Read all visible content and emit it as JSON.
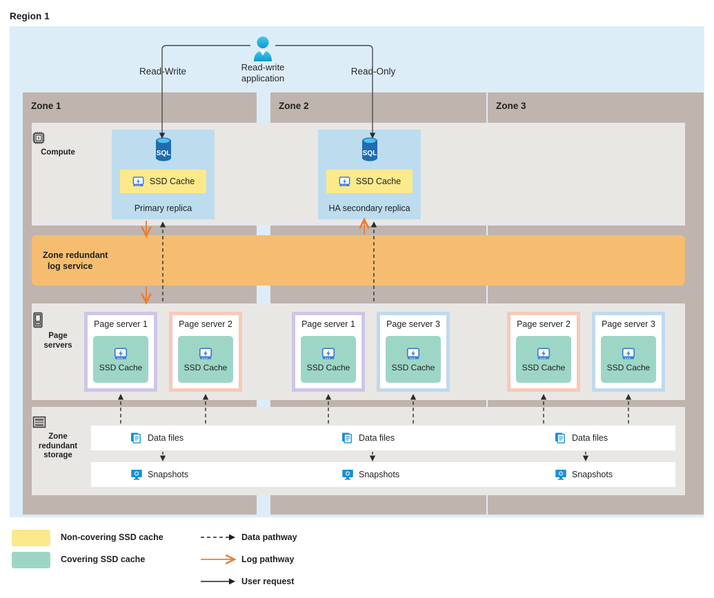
{
  "region": {
    "title": "Region 1"
  },
  "top": {
    "app_label": "Read-write\napplication",
    "app_label_line1": "Read-write",
    "app_label_line2": "application",
    "read_write": "Read-Write",
    "read_only": "Read-Only",
    "person_icon": "user-icon"
  },
  "zones": [
    {
      "label": "Zone 1"
    },
    {
      "label": "Zone 2"
    },
    {
      "label": "Zone 3"
    }
  ],
  "rails": {
    "compute": {
      "label": "Compute",
      "icon": "cpu-chip-icon"
    },
    "page_servers": {
      "line1": "Page",
      "line2": "servers",
      "icon": "server-device-icon"
    },
    "storage": {
      "line1": "Zone",
      "line2": "redundant",
      "line3": "storage",
      "icon": "storage-stack-icon"
    }
  },
  "replicas": [
    {
      "name": "Primary replica",
      "cache_label": "SSD Cache",
      "cache_type": "non-covering",
      "db_icon": "sql-database-icon",
      "ssd_icon": "ssd-drive-icon"
    },
    {
      "name": "HA secondary replica",
      "cache_label": "SSD Cache",
      "cache_type": "non-covering",
      "db_icon": "sql-database-icon",
      "ssd_icon": "ssd-drive-icon"
    }
  ],
  "log_service": {
    "line1": "Zone redundant",
    "line2": "log service"
  },
  "page_servers": [
    {
      "name": "Page server 1",
      "cache_label": "SSD Cache",
      "border": "purple",
      "zone": 1
    },
    {
      "name": "Page server 2",
      "cache_label": "SSD Cache",
      "border": "salmon",
      "zone": 1
    },
    {
      "name": "Page server 1",
      "cache_label": "SSD Cache",
      "border": "purple",
      "zone": 2
    },
    {
      "name": "Page server 3",
      "cache_label": "SSD Cache",
      "border": "blue",
      "zone": 2
    },
    {
      "name": "Page server 2",
      "cache_label": "SSD Cache",
      "border": "salmon",
      "zone": 3
    },
    {
      "name": "Page server 3",
      "cache_label": "SSD Cache",
      "border": "blue",
      "zone": 3
    }
  ],
  "storage_rows": {
    "data_files": {
      "label": "Data files",
      "icon": "documents-icon"
    },
    "snapshots": {
      "label": "Snapshots",
      "icon": "snapshot-monitor-icon"
    },
    "data_cells": [
      "Data files",
      "Data files",
      "Data files"
    ],
    "snapshot_cells": [
      "Snapshots",
      "Snapshots",
      "Snapshots"
    ]
  },
  "legend": {
    "items": [
      {
        "kind": "swatch",
        "label": "Non-covering SSD cache",
        "color": "#fbe98b"
      },
      {
        "kind": "swatch",
        "label": "Covering SSD cache",
        "color": "#9ed6c6"
      },
      {
        "kind": "arrow-dashed",
        "label": "Data pathway",
        "color": "#1f1f1f"
      },
      {
        "kind": "arrow-solid",
        "label": "Log pathway",
        "color": "#ed7d31"
      },
      {
        "kind": "arrow-solid",
        "label": "User request",
        "color": "#1f1f1f"
      }
    ]
  },
  "colors": {
    "region_bg": "#ddedf8",
    "zone_bg": "#bfb5ae",
    "panel_bg": "#e9e7e4",
    "replica_bg": "#bddcee",
    "log_bar": "#f6bd71",
    "non_covering_cache": "#fbe98b",
    "covering_cache": "#9ed6c6",
    "log_arrow": "#ed7d31",
    "data_arrow": "#1f1f1f"
  }
}
